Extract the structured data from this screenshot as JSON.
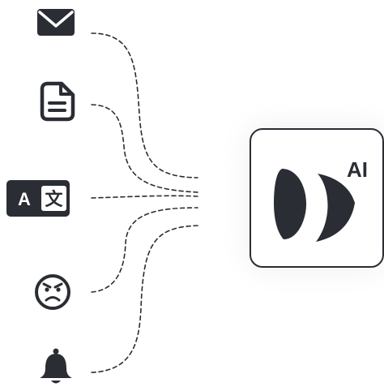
{
  "inputs": [
    {
      "id": "mail",
      "icon": "mail-icon"
    },
    {
      "id": "document",
      "icon": "document-icon"
    },
    {
      "id": "translate",
      "icon": "translate-icon",
      "text": "A",
      "glyph": "文"
    },
    {
      "id": "angry",
      "icon": "angry-face-icon"
    },
    {
      "id": "bell",
      "icon": "bell-icon"
    }
  ],
  "ai_box": {
    "label": "AI",
    "logo": "ai-logo-icon"
  },
  "colors": {
    "ink": "#2a2d33",
    "background": "#ffffff"
  }
}
